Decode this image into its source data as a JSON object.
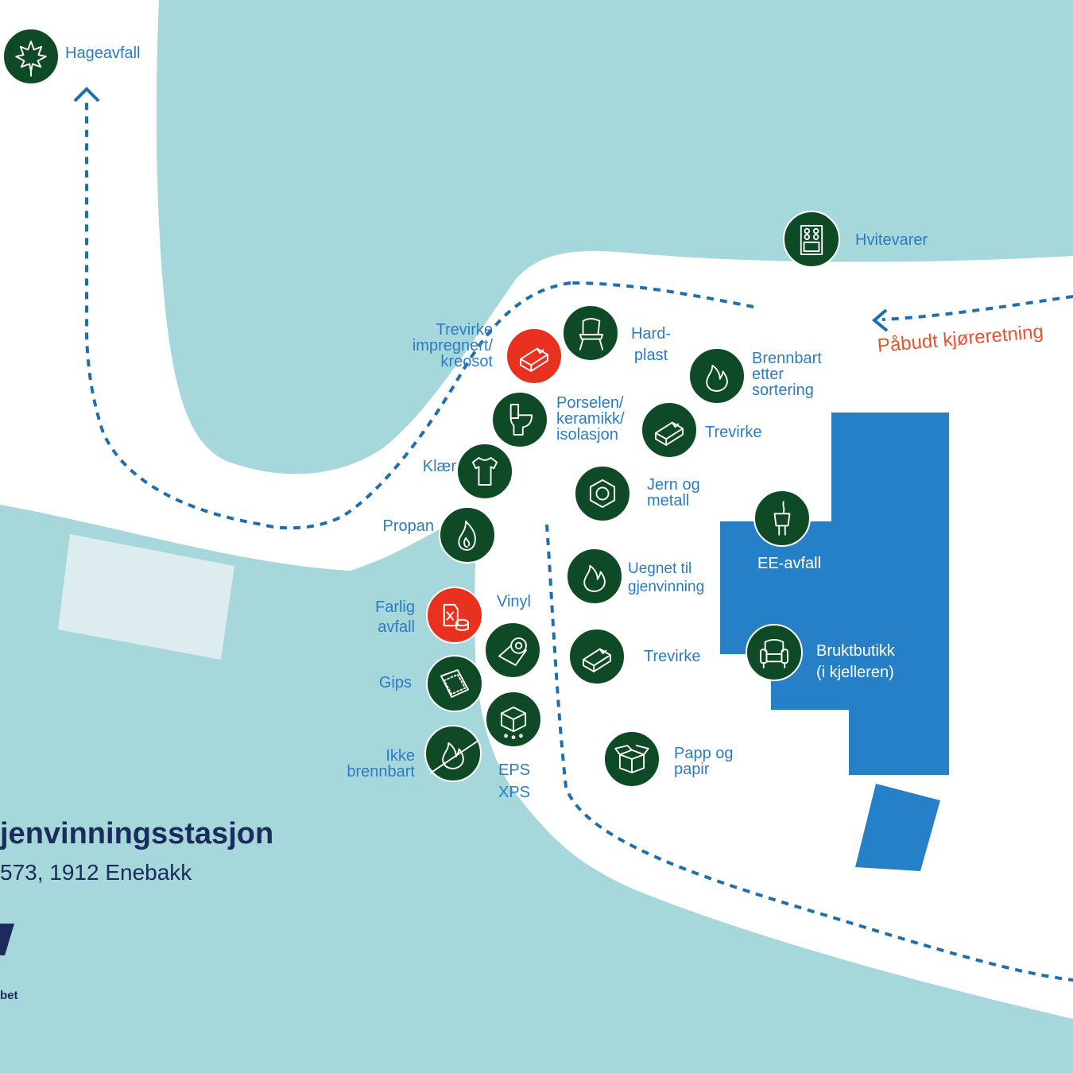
{
  "title": "jenvinningsstasjon",
  "address": "573, 1912 Enebakk",
  "logo_text": "bet",
  "direction_label": "Påbudt kjøreretning",
  "colors": {
    "water": "#a6d7db",
    "road": "#ffffff",
    "building": "#2680c8",
    "icon_green": "#0e4a25",
    "icon_red": "#e8321f",
    "label_blue": "#2b7cc1",
    "direction_orange": "#e5532f",
    "path_blue": "#1f6fb0",
    "title_navy": "#1a2b5c"
  },
  "stations": [
    {
      "id": "hageavfall",
      "icon": "leaf-icon",
      "color": "green",
      "label": [
        "Hageavfall"
      ]
    },
    {
      "id": "hvitevarer",
      "icon": "stove-icon",
      "color": "green",
      "label": [
        "Hvitevarer"
      ]
    },
    {
      "id": "hardplast",
      "icon": "plastic-chair-icon",
      "color": "green",
      "label": [
        "Hard-",
        "plast"
      ]
    },
    {
      "id": "trevirke-impregnert",
      "icon": "wood-plank-icon",
      "color": "red",
      "label": [
        "Trevirke",
        "impregnert/",
        "kreosot"
      ]
    },
    {
      "id": "brennbart-etter-sortering",
      "icon": "flame-icon",
      "color": "green",
      "label": [
        "Brennbart",
        "etter",
        "sortering"
      ]
    },
    {
      "id": "porselen",
      "icon": "toilet-icon",
      "color": "green",
      "label": [
        "Porselen/",
        "keramikk/",
        "isolasjon"
      ]
    },
    {
      "id": "trevirke-1",
      "icon": "wood-plank-icon",
      "color": "green",
      "label": [
        "Trevirke"
      ]
    },
    {
      "id": "klaer",
      "icon": "tshirt-icon",
      "color": "green",
      "label": [
        "Klær"
      ]
    },
    {
      "id": "jern-og-metall",
      "icon": "hex-nut-icon",
      "color": "green",
      "label": [
        "Jern og",
        "metall"
      ]
    },
    {
      "id": "ee-avfall",
      "icon": "plug-icon",
      "color": "green",
      "label": [
        "EE-avfall"
      ]
    },
    {
      "id": "propan",
      "icon": "gas-flame-icon",
      "color": "green",
      "label": [
        "Propan"
      ]
    },
    {
      "id": "uegnet",
      "icon": "flame-icon",
      "color": "green",
      "label": [
        "Uegnet til",
        "gjenvinning"
      ]
    },
    {
      "id": "farlig-avfall",
      "icon": "hazard-can-icon",
      "color": "red",
      "label": [
        "Farlig",
        "avfall"
      ]
    },
    {
      "id": "vinyl",
      "icon": "vinyl-roll-icon",
      "color": "green",
      "label": [
        "Vinyl"
      ]
    },
    {
      "id": "trevirke-2",
      "icon": "wood-plank-icon",
      "color": "green",
      "label": [
        "Trevirke"
      ]
    },
    {
      "id": "bruktbutikk",
      "icon": "armchair-icon",
      "color": "green",
      "label": [
        "Bruktbutikk",
        "(i kjelleren)"
      ]
    },
    {
      "id": "gips",
      "icon": "plasterboard-icon",
      "color": "green",
      "label": [
        "Gips"
      ]
    },
    {
      "id": "eps-xps",
      "icon": "foam-block-icon",
      "color": "green",
      "label": [
        "EPS",
        "XPS"
      ]
    },
    {
      "id": "ikke-brennbart",
      "icon": "no-flame-icon",
      "color": "green",
      "label": [
        "Ikke",
        "brennbart"
      ]
    },
    {
      "id": "papp-og-papir",
      "icon": "cardboard-box-icon",
      "color": "green",
      "label": [
        "Papp og",
        "papir"
      ]
    }
  ]
}
